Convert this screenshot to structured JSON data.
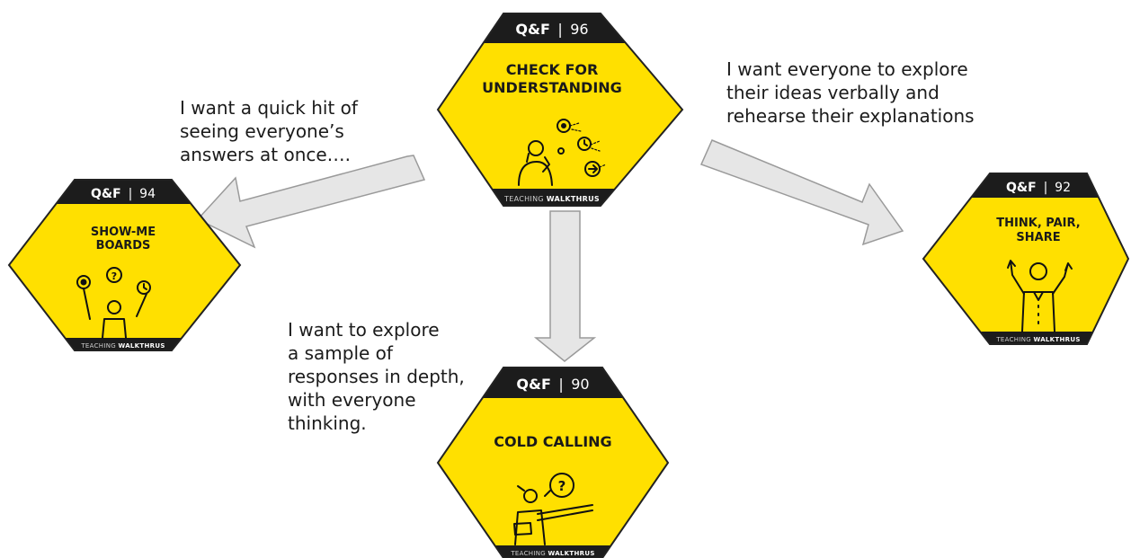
{
  "colors": {
    "hex_fill": "#FFE000",
    "hex_outline": "#222222",
    "header": "#1c1c1c",
    "arrow_fill": "#e6e6e6",
    "arrow_stroke": "#9a9a9a"
  },
  "cards": [
    {
      "category": "Q&F",
      "number": "96",
      "title_lines": [
        "CHECK FOR",
        "UNDERSTANDING"
      ],
      "brand_light": "TEACHING",
      "brand_bold": "WALKTHRUS",
      "icon": "thinking-person-targets-icon"
    },
    {
      "category": "Q&F",
      "number": "94",
      "title_lines": [
        "SHOW-ME",
        "BOARDS"
      ],
      "brand_light": "TEACHING",
      "brand_bold": "WALKTHRUS",
      "icon": "juggling-person-icon"
    },
    {
      "category": "Q&F",
      "number": "92",
      "title_lines": [
        "THINK, PAIR,",
        "SHARE"
      ],
      "brand_light": "TEACHING",
      "brand_bold": "WALKTHRUS",
      "icon": "person-arms-raised-icon"
    },
    {
      "category": "Q&F",
      "number": "90",
      "title_lines": [
        "COLD CALLING"
      ],
      "brand_light": "TEACHING",
      "brand_bold": "WALKTHRUS",
      "icon": "teacher-pointing-question-icon"
    }
  ],
  "captions": {
    "left": [
      "I want a quick hit of",
      "seeing everyone’s",
      "answers at once…."
    ],
    "right": [
      "I want everyone to explore",
      "their ideas verbally and",
      "rehearse their explanations"
    ],
    "bottom": [
      "I want to explore",
      "a sample of",
      "responses in depth,",
      "with everyone",
      "thinking."
    ]
  }
}
